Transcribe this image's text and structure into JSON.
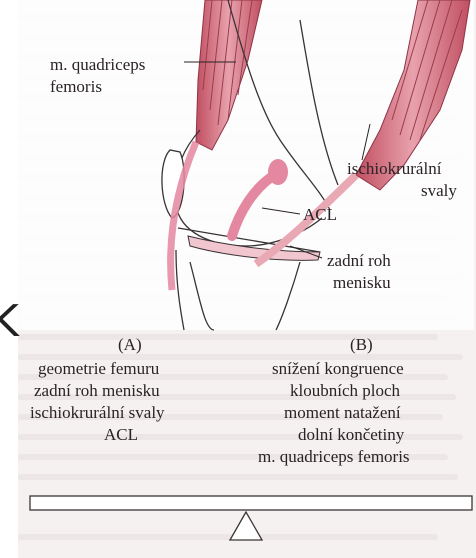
{
  "labels": {
    "quadriceps_top": [
      "m. quadriceps",
      "femoris"
    ],
    "ischio": [
      "ischiokrurální",
      "svaly"
    ],
    "acl": "ACL",
    "zadni_roh": [
      "zadní roh",
      "menisku"
    ]
  },
  "panel_a": {
    "tag": "(A)",
    "lines": [
      "geometrie femuru",
      "zadní roh menisku",
      "ischiokrurální svaly",
      "ACL"
    ]
  },
  "panel_b": {
    "tag": "(B)",
    "lines": [
      "snížení kongruence",
      "kloubních ploch",
      "moment natažení",
      "dolní končetiny",
      "m. quadriceps femoris"
    ]
  },
  "edge_glyphs": {
    "middle": "K"
  },
  "colors": {
    "muscle": "#c75a6a",
    "muscle_light": "#e9a9b4",
    "ligament": "#e487a0",
    "bone_outline": "#3a3335",
    "background_page": "#f5f1f1"
  },
  "icons": [
    "balance-beam-icon",
    "fulcrum-triangle-icon"
  ]
}
